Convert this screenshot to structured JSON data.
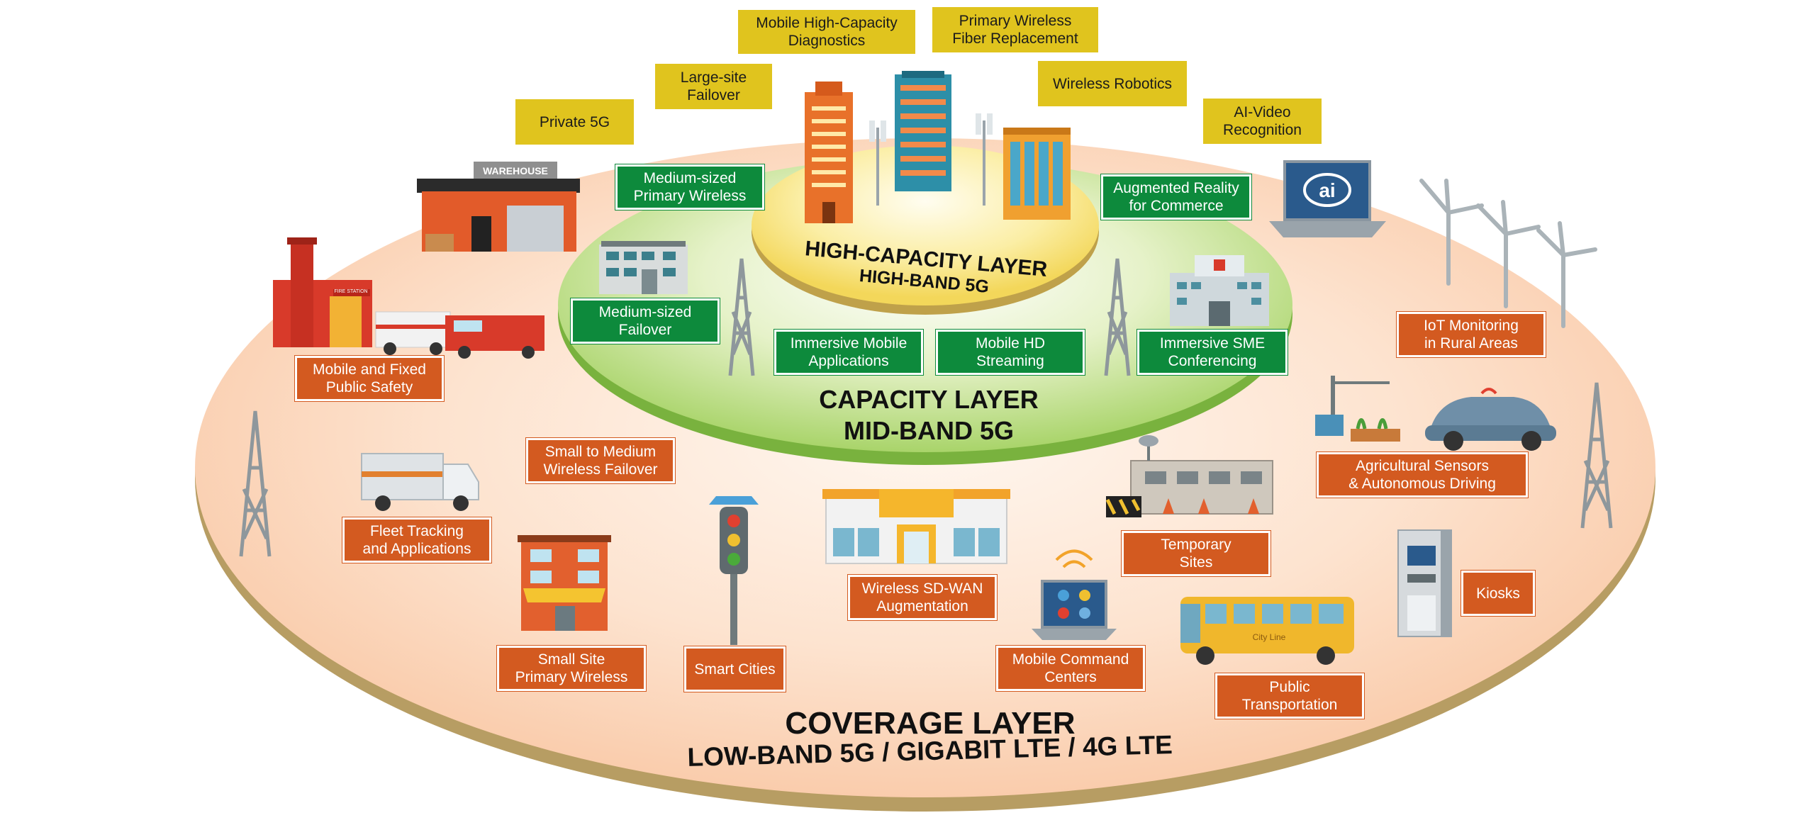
{
  "layers": {
    "high": {
      "title": "HIGH-CAPACITY LAYER",
      "subtitle": "HIGH-BAND 5G"
    },
    "capacity": {
      "title": "CAPACITY LAYER",
      "subtitle": "MID-BAND 5G"
    },
    "coverage": {
      "title": "COVERAGE LAYER",
      "subtitle": "LOW-BAND 5G / GIGABIT LTE / 4G LTE"
    }
  },
  "yellow_labels": {
    "mobile_diagnostics": "Mobile High-Capacity\nDiagnostics",
    "fiber_replacement": "Primary Wireless\nFiber Replacement",
    "large_site_failover": "Large-site\nFailover",
    "wireless_robotics": "Wireless Robotics",
    "private_5g": "Private 5G",
    "ai_video": "AI-Video\nRecognition"
  },
  "green_labels": {
    "medium_primary": "Medium-sized\nPrimary Wireless",
    "augmented_reality": "Augmented Reality\nfor Commerce",
    "medium_failover": "Medium-sized\nFailover",
    "immersive_mobile": "Immersive Mobile\nApplications",
    "mobile_hd": "Mobile HD\nStreaming",
    "immersive_sme": "Immersive SME\nConferencing"
  },
  "orange_labels": {
    "public_safety": "Mobile and Fixed\nPublic Safety",
    "iot_rural": "IoT Monitoring\nin Rural Areas",
    "small_medium_failover": "Small to Medium\nWireless Failover",
    "agri_sensors": "Agricultural Sensors\n& Autonomous Driving",
    "fleet_tracking": "Fleet Tracking\nand Applications",
    "temporary_sites": "Temporary\nSites",
    "sdwan": "Wireless SD-WAN\nAugmentation",
    "kiosks": "Kiosks",
    "small_site_primary": "Small Site\nPrimary Wireless",
    "smart_cities": "Smart Cities",
    "mobile_command": "Mobile Command\nCenters",
    "public_transport": "Public\nTransportation"
  },
  "illustrations": {
    "warehouse_sign": "WAREHOUSE",
    "fire_station_sign": "FIRE STATION",
    "ai_logo": "ai",
    "bus_sign": "City Line"
  },
  "colors": {
    "yellow_label": "#e0c41e",
    "green_label": "#0d8a3c",
    "orange_label": "#d35a20",
    "coverage_disc": "#fbd9c0",
    "capacity_disc": "#b9dc7c",
    "high_disc": "#f7e27a",
    "disc_rim": "#bfa46a"
  }
}
